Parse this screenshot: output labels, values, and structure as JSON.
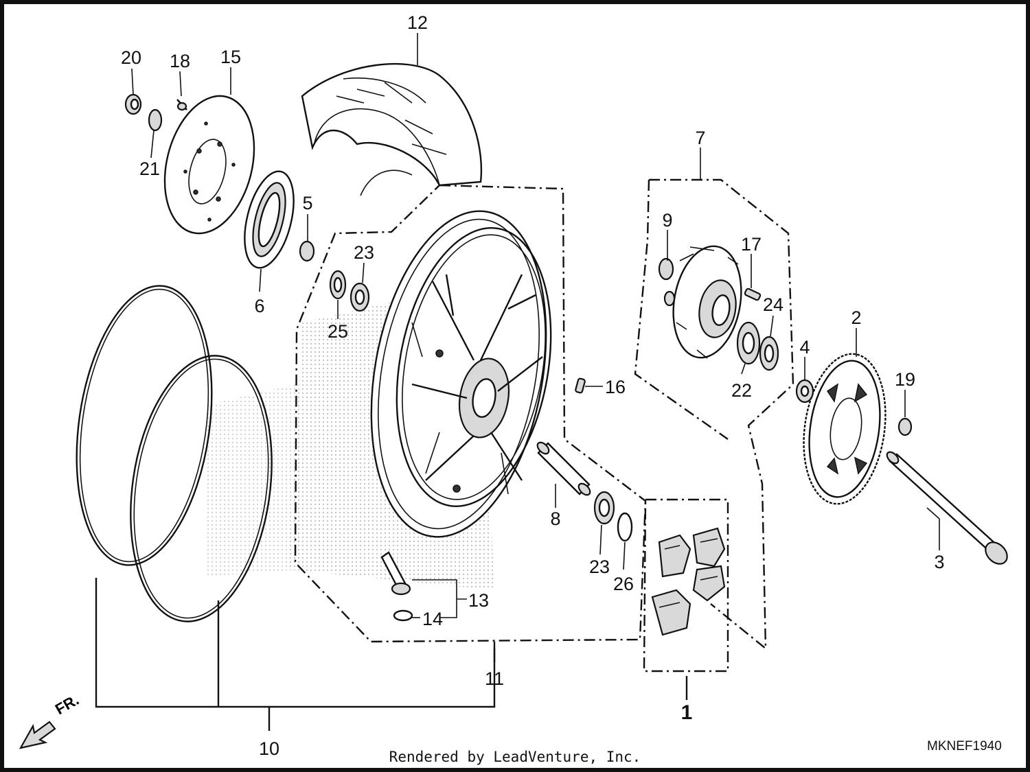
{
  "diagram": {
    "credit": "Rendered by LeadVenture, Inc.",
    "diagram_code": "MKNEF1940",
    "direction_label": "FR.",
    "callouts": {
      "c1": "1",
      "c2": "2",
      "c3": "3",
      "c4": "4",
      "c5": "5",
      "c6": "6",
      "c7": "7",
      "c8": "8",
      "c9": "9",
      "c10": "10",
      "c11": "11",
      "c12": "12",
      "c13": "13",
      "c14": "14",
      "c15": "15",
      "c16": "16",
      "c17": "17",
      "c18": "18",
      "c19": "19",
      "c20": "20",
      "c21": "21",
      "c22": "22",
      "c23a": "23",
      "c23b": "23",
      "c24": "24",
      "c25": "25",
      "c26": "26"
    }
  }
}
